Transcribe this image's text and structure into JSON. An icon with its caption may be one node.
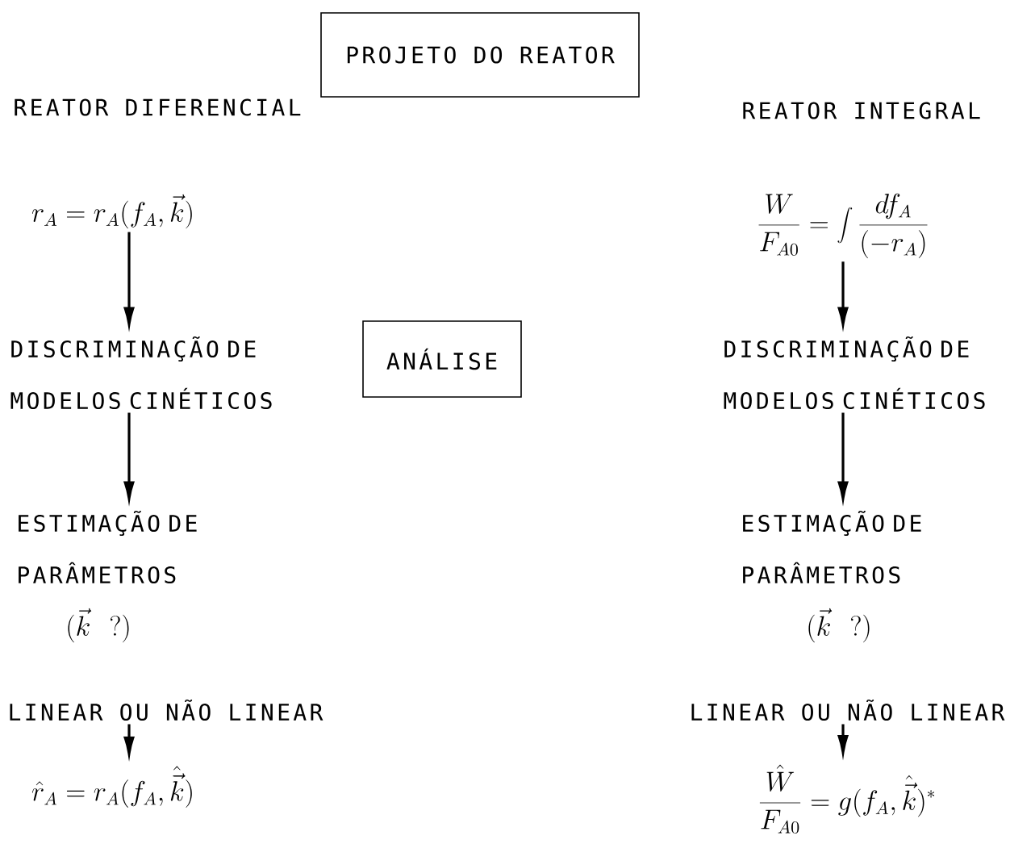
{
  "diagram": {
    "nodes": [
      {
        "text": [
          "PROJETO DO REATOR"
        ]
      },
      {
        "text": [
          "ANÁLISE"
        ]
      },
      {
        "text": [
          "r_A=r_A(f_A,\\vec{k})"
        ]
      },
      {
        "text": [
          "DISCRIMINAÇÃO DE MODELOS CINÉTICOS"
        ]
      },
      {
        "text": [
          "ESTIMAÇÃO DE PARÂMETROS"
        ]
      },
      {
        "text": [
          "LINEAR OU NÃO LINEAR"
        ]
      },
      {
        "text": [
          "\\hat{r}_A=r_A(f_A,\\hat{\\vec{k}})"
        ]
      },
      {
        "text": [
          "\\frac{W}{F_{A0}}=\\int\\frac{df_A}{(-r_A)}"
        ]
      },
      {
        "text": [
          "DISCRIMINAÇÃO DE MODELOS CINÉTICOS"
        ]
      },
      {
        "text": [
          "ESTIMAÇÃO DE PARÂMETROS"
        ]
      },
      {
        "text": [
          "LINEAR OU NÃO LINEAR"
        ]
      },
      {
        "text": [
          "\\frac{\\hat{W}}{F_{A0}}=g(f_A,\\hat{\\vec{k}})^{*}"
        ]
      }
    ],
    "edges": [
      {
        "from": 2,
        "to": 3,
        "arrow": "to"
      },
      {
        "from": 3,
        "to": 4,
        "arrow": "to"
      },
      {
        "from": 5,
        "to": 6,
        "arrow": "to"
      },
      {
        "from": 7,
        "to": 8,
        "arrow": "to"
      },
      {
        "from": 8,
        "to": 9,
        "arrow": "to"
      },
      {
        "from": 10,
        "to": 11,
        "arrow": "to"
      }
    ],
    "labels": [
      "REATOR DIFERENCIAL",
      "REATOR INTEGRAL",
      "(\\vec{k}\\ ?)",
      "(\\vec{k}\\ ?)"
    ]
  }
}
